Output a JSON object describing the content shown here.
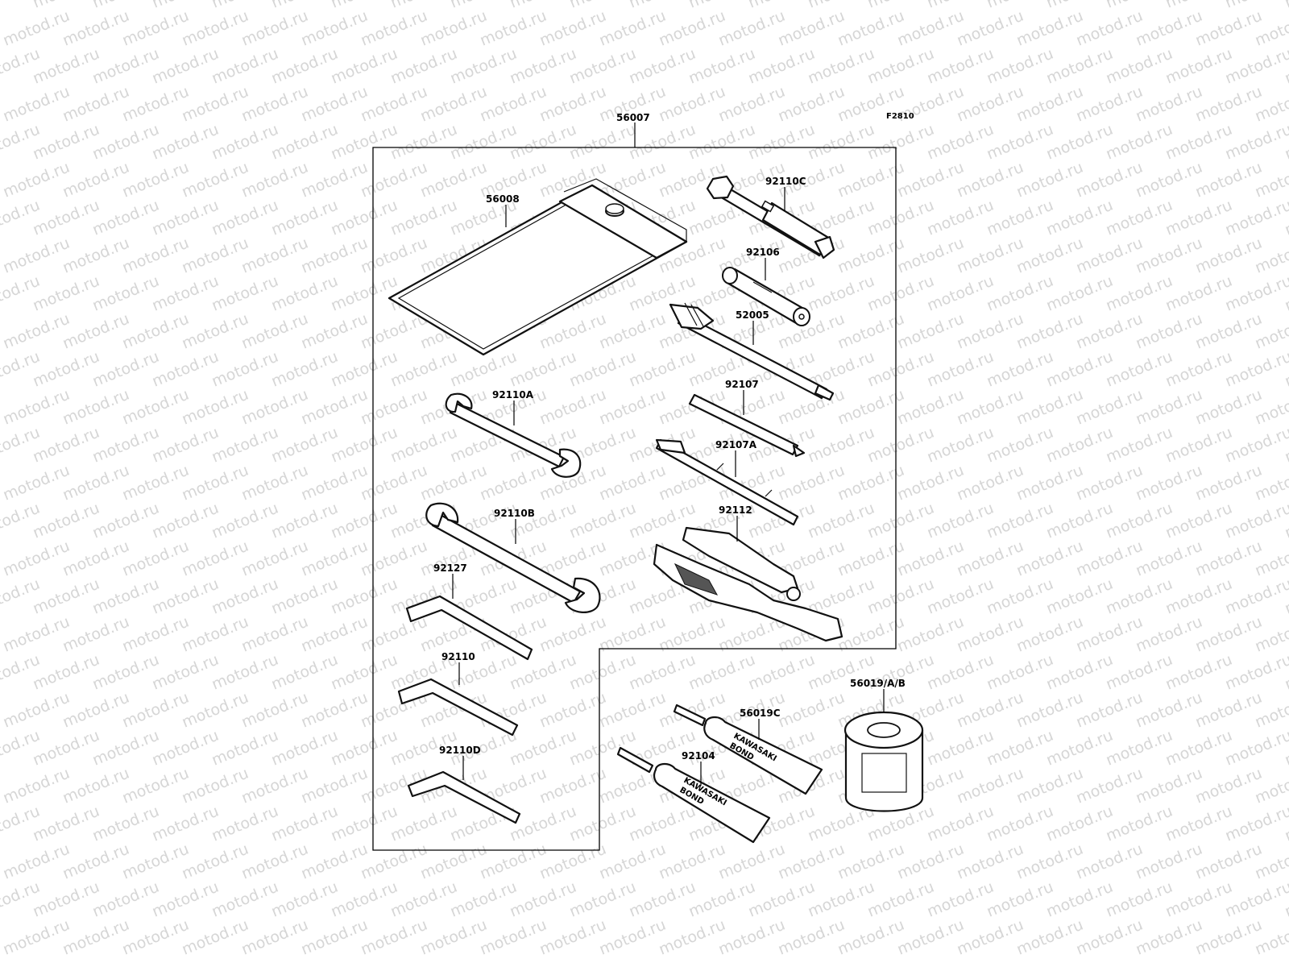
{
  "watermark": {
    "text": "motod.ru"
  },
  "diagram": {
    "figure_code": "F2810",
    "kit_label": "56007",
    "parts": [
      {
        "id": "pouch",
        "label": "56008"
      },
      {
        "id": "plug-wrench",
        "label": "92110C"
      },
      {
        "id": "handle-bar",
        "label": "92106"
      },
      {
        "id": "extension",
        "label": "52005"
      },
      {
        "id": "screwdriver-bit",
        "label": "92107"
      },
      {
        "id": "screwdriver",
        "label": "92107A"
      },
      {
        "id": "pliers",
        "label": "92112"
      },
      {
        "id": "wrench-a",
        "label": "92110A"
      },
      {
        "id": "wrench-b",
        "label": "92110B"
      },
      {
        "id": "hex-key-1",
        "label": "92127"
      },
      {
        "id": "hex-key-2",
        "label": "92110"
      },
      {
        "id": "hex-key-3",
        "label": "92110D"
      },
      {
        "id": "bond-tube-1",
        "label": "56019C"
      },
      {
        "id": "bond-tube-2",
        "label": "92104"
      },
      {
        "id": "bond-can",
        "label": "56019/A/B"
      }
    ],
    "tube_print": [
      "KAWASAKI",
      "BOND"
    ]
  }
}
